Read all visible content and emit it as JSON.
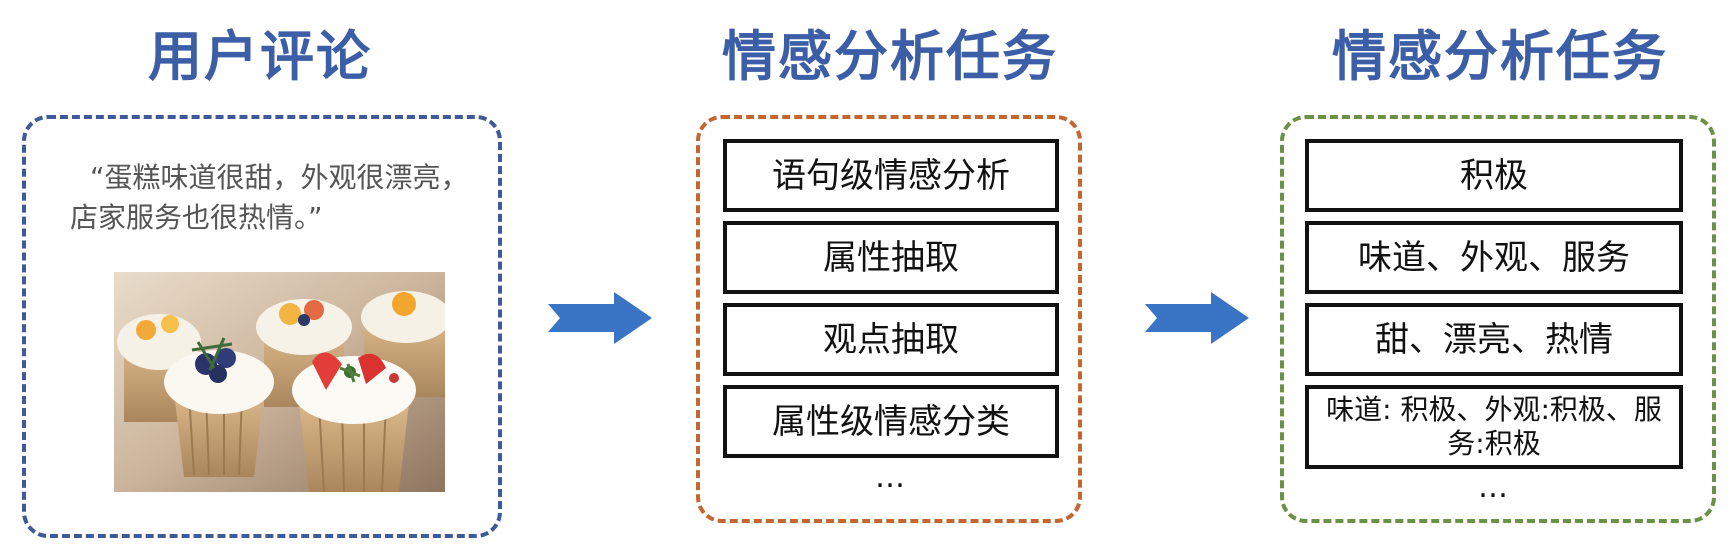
{
  "titles": {
    "left": "用户评论",
    "middle": "情感分析任务",
    "right": "情感分析任务"
  },
  "review": {
    "text": "“蛋糕味道很甜，外观很漂亮，店家服务也很热情。”"
  },
  "tasks": [
    "语句级情感分析",
    "属性抽取",
    "观点抽取",
    "属性级情感分类"
  ],
  "tasks_more": "…",
  "results": [
    "积极",
    "味道、外观、服务",
    "甜、漂亮、热情",
    "味道: 积极、外观:积极、服务:积极"
  ],
  "results_more": "…",
  "colors": {
    "title": "#3b5ea6",
    "panel_left": "#3e5b97",
    "panel_middle": "#c3662f",
    "panel_right": "#6a9146",
    "arrow": "#3a74c4"
  },
  "icons": {
    "arrow": "arrow-right-icon",
    "photo": "cupcakes-photo"
  }
}
